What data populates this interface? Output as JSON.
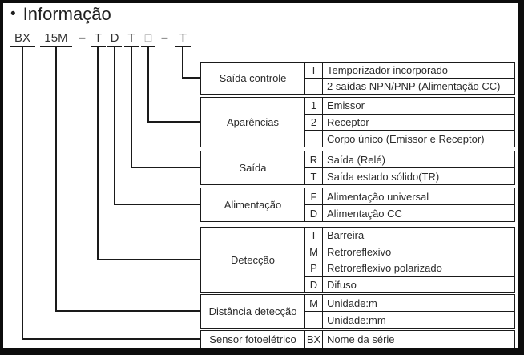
{
  "title": {
    "bullet": "•",
    "text": "Informação"
  },
  "product_code": {
    "segments": [
      "BX",
      "15M",
      "–",
      "T",
      "D",
      "T",
      "□",
      "–",
      "T"
    ]
  },
  "tables": [
    {
      "label": "Saída controle",
      "rows": [
        {
          "code": "T",
          "desc": "Temporizador incorporado"
        },
        {
          "code": "",
          "desc": "2 saídas NPN/PNP (Alimentação CC)"
        }
      ]
    },
    {
      "label": "Aparências",
      "rows": [
        {
          "code": "1",
          "desc": "Emissor"
        },
        {
          "code": "2",
          "desc": "Receptor"
        },
        {
          "code": "",
          "desc": "Corpo único (Emissor e Receptor)"
        }
      ]
    },
    {
      "label": "Saída",
      "rows": [
        {
          "code": "R",
          "desc": "Saída (Relé)"
        },
        {
          "code": "T",
          "desc": "Saída estado sólido(TR)"
        }
      ]
    },
    {
      "label": "Alimentação",
      "rows": [
        {
          "code": "F",
          "desc": "Alimentação universal"
        },
        {
          "code": "D",
          "desc": "Alimentação CC"
        }
      ]
    },
    {
      "label": "Detecção",
      "rows": [
        {
          "code": "T",
          "desc": "Barreira"
        },
        {
          "code": "M",
          "desc": "Retroreflexivo"
        },
        {
          "code": "P",
          "desc": "Retroreflexivo polarizado"
        },
        {
          "code": "D",
          "desc": "Difuso"
        }
      ]
    },
    {
      "label": "Distância detecção",
      "rows": [
        {
          "code": "M",
          "desc": "Unidade:m"
        },
        {
          "code": "",
          "desc": "Unidade:mm"
        }
      ]
    },
    {
      "label": "Sensor fotoelétrico",
      "rows": [
        {
          "code": "BX",
          "desc": "Nome da série"
        }
      ]
    }
  ],
  "colors": {
    "line": "#1a1a1a",
    "text": "#2b2b2b",
    "code_text": "#333333",
    "square_glyph": "#8c8c8c",
    "frame": "#0d0d0d",
    "background": "#ffffff"
  }
}
